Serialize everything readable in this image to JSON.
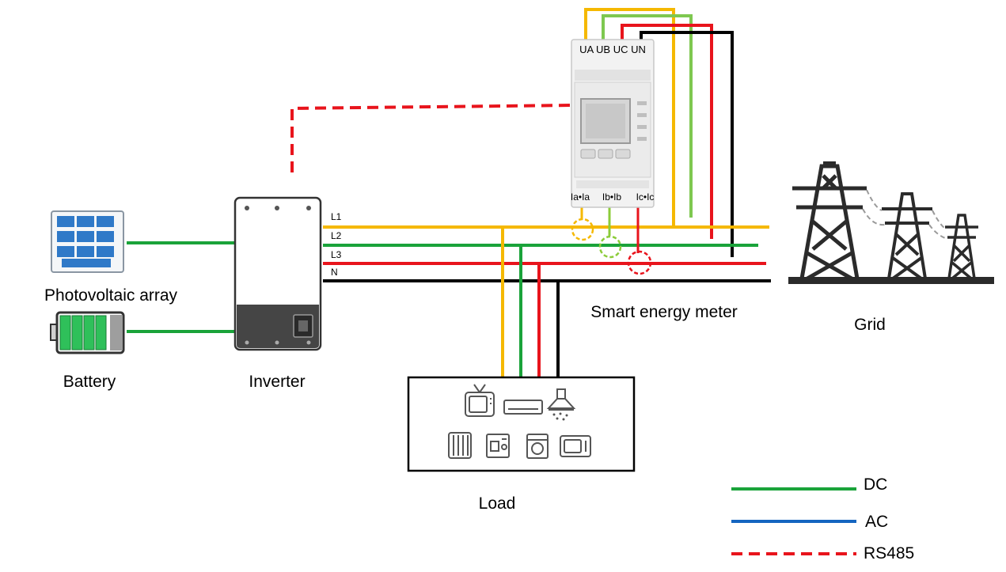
{
  "labels": {
    "pv": "Photovoltaic array",
    "battery": "Battery",
    "inverter": "Inverter",
    "meter": "Smart energy meter",
    "grid": "Grid",
    "load": "Load"
  },
  "lines": {
    "l1": "L1",
    "l2": "L2",
    "l3": "L3",
    "n": "N"
  },
  "meter_terminals": {
    "top": "UA UB UC UN",
    "ia": "Ia•Ia",
    "ib": "Ib•Ib",
    "ic": "Ic•Ic"
  },
  "legend": [
    {
      "label": "DC",
      "color": "#1aa33a",
      "style": "solid"
    },
    {
      "label": "AC",
      "color": "#1565c0",
      "style": "solid"
    },
    {
      "label": "RS485",
      "color": "#e8141c",
      "style": "dashed"
    }
  ],
  "colors": {
    "l1": "#f5b800",
    "l2": "#1aa33a",
    "l3": "#e8141c",
    "n": "#000000",
    "ct_l1": "#f5b800",
    "ct_l2": "#8ccc3a",
    "ct_l3": "#e8141c",
    "meter_b": "#7ec850"
  },
  "load_icons": [
    "tv-icon",
    "air-conditioner-icon",
    "range-hood-icon",
    "heater-icon",
    "coffee-machine-icon",
    "washing-machine-icon",
    "microwave-icon"
  ]
}
